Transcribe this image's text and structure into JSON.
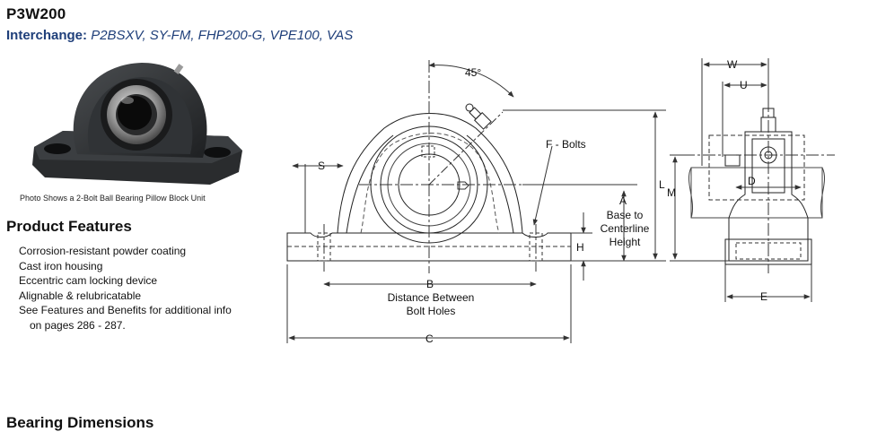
{
  "product": {
    "model": "P3W200",
    "interchange_label": "Interchange:",
    "interchange_value": "P2BSXV, SY-FM, FHP200-G, VPE100, VAS"
  },
  "photo": {
    "caption": "Photo Shows a 2-Bolt Ball Bearing Pillow Block Unit"
  },
  "features": {
    "heading": "Product Features",
    "items": [
      "Corrosion-resistant powder coating",
      "Cast iron housing",
      "Eccentric cam locking device",
      "Alignable & relubricatable",
      "See Features and Benefits for additional info on pages 286 - 287."
    ]
  },
  "drawing": {
    "angle": "45°",
    "labels": {
      "s": "S",
      "f_bolts": "F - Bolts",
      "a": "A",
      "base_to": "Base to",
      "centerline": "Centerline",
      "height": "Height",
      "l": "L",
      "h": "H",
      "b": "B",
      "distance_between": "Distance Between",
      "bolt_holes": "Bolt Holes",
      "c": "C",
      "w": "W",
      "u": "U",
      "m": "M",
      "d": "D",
      "e": "E"
    }
  },
  "dimensions": {
    "heading": "Bearing Dimensions"
  }
}
